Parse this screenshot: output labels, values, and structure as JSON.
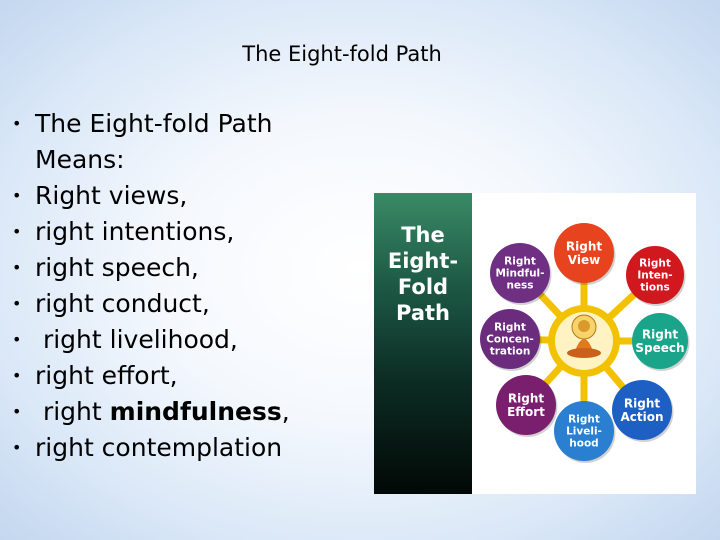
{
  "slide": {
    "title": "The Eight-fold Path",
    "bullets": [
      {
        "lines": [
          "The Eight-fold Path",
          "Means:"
        ]
      },
      {
        "text": "Right views,"
      },
      {
        "text": "right intentions,"
      },
      {
        "text": "right speech,"
      },
      {
        "text": "right conduct,"
      },
      {
        "text": " right livelihood,"
      },
      {
        "text": "right effort,"
      },
      {
        "prefix": " right ",
        "bold": "mindfulness",
        "suffix": ","
      },
      {
        "text": "right contemplation"
      }
    ]
  },
  "figure": {
    "panel_title": [
      "The",
      "Eight-",
      "Fold",
      "Path"
    ],
    "center_icon": "seated-buddha-icon",
    "circles": [
      {
        "name": "right-view",
        "lines": [
          "Right",
          "View"
        ],
        "color": "#e8431f"
      },
      {
        "name": "right-intentions",
        "lines": [
          "Right",
          "Inten-",
          "tions"
        ],
        "color": "#d0181e"
      },
      {
        "name": "right-speech",
        "lines": [
          "Right",
          "Speech"
        ],
        "color": "#1aa58a"
      },
      {
        "name": "right-action",
        "lines": [
          "Right",
          "Action"
        ],
        "color": "#1d5fc2"
      },
      {
        "name": "right-livelihood",
        "lines": [
          "Right",
          "Liveli-",
          "hood"
        ],
        "color": "#2a7fd0"
      },
      {
        "name": "right-effort",
        "lines": [
          "Right",
          "Effort"
        ],
        "color": "#7a1f6e"
      },
      {
        "name": "right-concentration",
        "lines": [
          "Right",
          "Concen-",
          "tration"
        ],
        "color": "#6b2c7e"
      },
      {
        "name": "right-mindfulness",
        "lines": [
          "Right",
          "Mindful-",
          "ness"
        ],
        "color": "#6f2f82"
      }
    ]
  }
}
